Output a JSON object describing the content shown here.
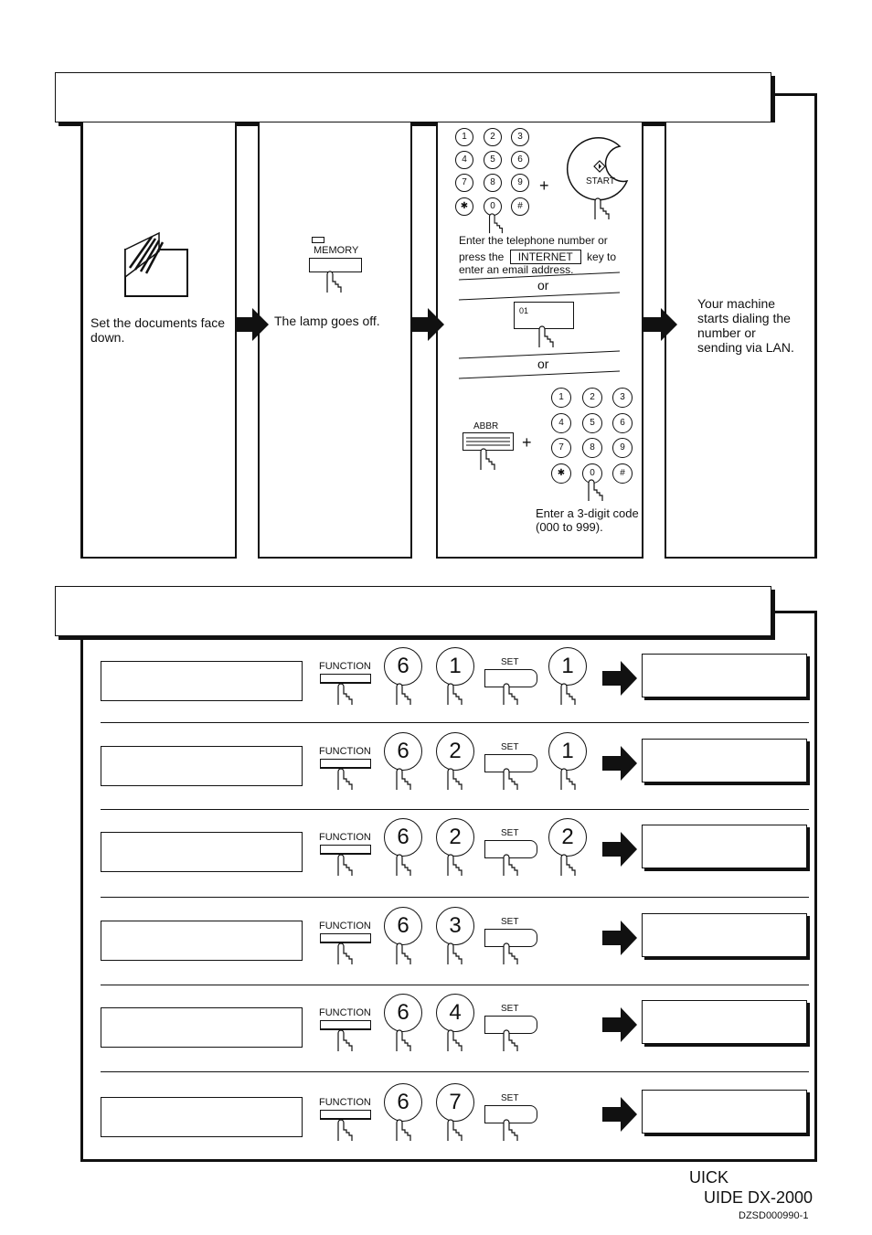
{
  "section1": {
    "step1": {
      "text": "Set the documents face down."
    },
    "step2": {
      "memory_label": "MEMORY",
      "text": "The lamp goes off."
    },
    "step3": {
      "keypad": [
        "1",
        "2",
        "3",
        "4",
        "5",
        "6",
        "7",
        "8",
        "9",
        "✱",
        "0",
        "#"
      ],
      "plus": "+",
      "start_label": "START",
      "instruction_line1": "Enter the telephone number or",
      "instruction_pre": "press the",
      "internet_key": "INTERNET",
      "instruction_post": "key to",
      "instruction_line3": "enter an email address.",
      "or1": "or",
      "onetouch_label": "01",
      "or2": "or",
      "abbr_label": "ABBR",
      "plus2": "+",
      "keypad2": [
        "1",
        "2",
        "3",
        "4",
        "5",
        "6",
        "7",
        "8",
        "9",
        "✱",
        "0",
        "#"
      ],
      "code_text": "Enter a 3-digit code (000 to 999)."
    },
    "step4": {
      "text": "Your machine starts dialing the number or sending via LAN."
    }
  },
  "section2": {
    "rows": [
      {
        "function": "FUNCTION",
        "k1": "6",
        "k2": "1",
        "set": "SET",
        "k3": "1"
      },
      {
        "function": "FUNCTION",
        "k1": "6",
        "k2": "2",
        "set": "SET",
        "k3": "1"
      },
      {
        "function": "FUNCTION",
        "k1": "6",
        "k2": "2",
        "set": "SET",
        "k3": "2"
      },
      {
        "function": "FUNCTION",
        "k1": "6",
        "k2": "3",
        "set": "SET",
        "k3": ""
      },
      {
        "function": "FUNCTION",
        "k1": "6",
        "k2": "4",
        "set": "SET",
        "k3": ""
      },
      {
        "function": "FUNCTION",
        "k1": "6",
        "k2": "7",
        "set": "SET",
        "k3": ""
      }
    ]
  },
  "footer": {
    "line1": "UICK",
    "line2": "UIDE DX-2000",
    "code": "DZSD000990-1"
  }
}
